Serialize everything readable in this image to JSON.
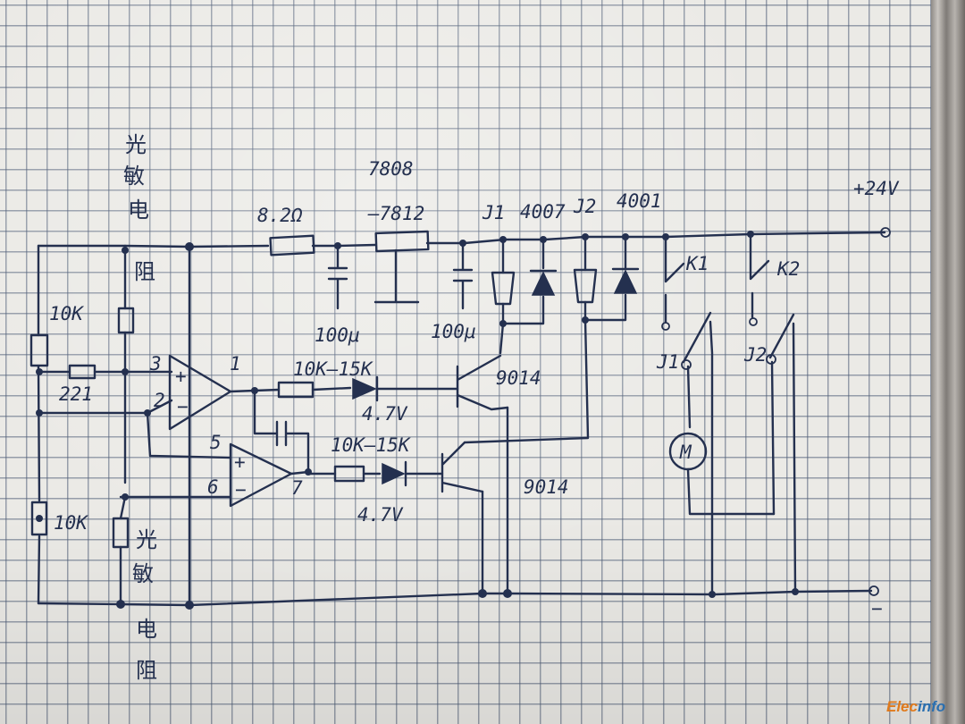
{
  "labels": {
    "photo_resistor_top": [
      "光",
      "敏",
      "电",
      "阻"
    ],
    "photo_resistor_bottom": [
      "光",
      "敏",
      "电",
      "阻"
    ],
    "r_10k_left_top": "10K",
    "r_221": "221",
    "r_10k_left_bottom": "10K",
    "r_8_2": "8.2Ω",
    "reg_top": "7808",
    "reg_bottom": "—7812",
    "cap_100u_1": "100μ",
    "cap_100u_2": "100μ",
    "j1_top": "J1",
    "d_4007": "4007",
    "j2_top": "J2",
    "d_4001": "4001",
    "supply": "+24V",
    "k1": "K1",
    "k2": "K2",
    "j1_switch": "J1",
    "j2_switch": "J2",
    "motor": "M",
    "opamp1_pin3": "3",
    "opamp1_pin2": "2",
    "opamp1_pin1": "1",
    "opamp2_pin5": "5",
    "opamp2_pin6": "6",
    "opamp2_pin7": "7",
    "plus": "+",
    "minus": "−",
    "r_upper_pair": "10K—15K",
    "r_lower_pair": "10K—15K",
    "zener_upper": "4.7V",
    "zener_lower": "4.7V",
    "q_upper": "9014",
    "q_lower": "9014",
    "ground": "−",
    "watermark_a": "Elec",
    "watermark_b": "info"
  },
  "colors": {
    "ink": "#24304f",
    "paper": "#ebeae6",
    "grid": "#4e5c76",
    "watermark_blue": "#2a6fb0",
    "watermark_orange": "#e07a1c"
  }
}
